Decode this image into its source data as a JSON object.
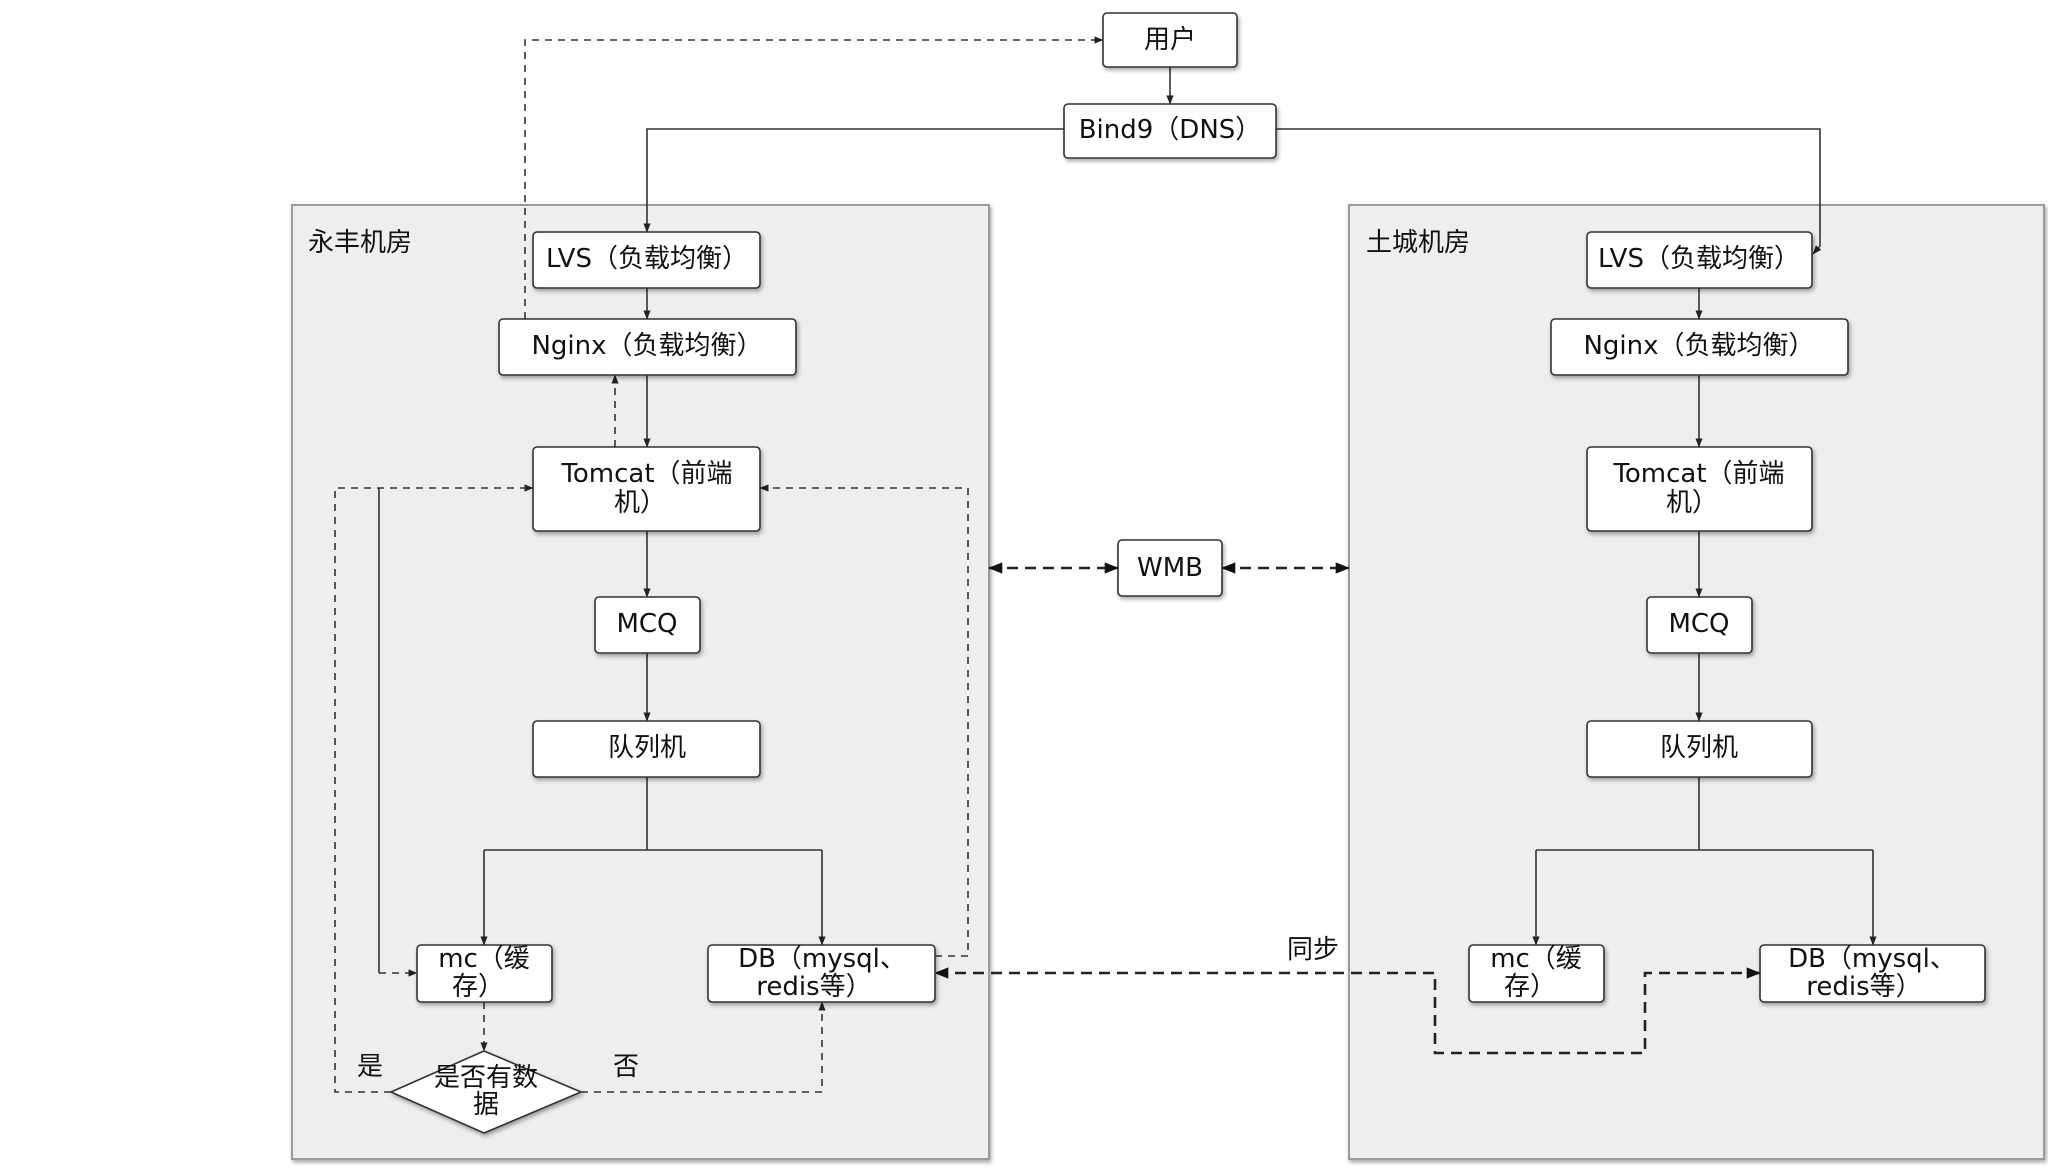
{
  "diagram": {
    "user": "用户",
    "dns": "Bind9（DNS）",
    "wmb": "WMB",
    "sync_label": "同步",
    "rooms": [
      {
        "name": "永丰机房",
        "lvs": "LVS（负载均衡）",
        "nginx": "Nginx（负载均衡）",
        "tomcat": [
          "Tomcat（前端",
          "机）"
        ],
        "mcq": "MCQ",
        "queue": "队列机",
        "mc": [
          "mc（缓",
          "存）"
        ],
        "db": [
          "DB（mysql、",
          "redis等）"
        ]
      },
      {
        "name": "土城机房",
        "lvs": "LVS（负载均衡）",
        "nginx": "Nginx（负载均衡）",
        "tomcat": [
          "Tomcat（前端",
          "机）"
        ],
        "mcq": "MCQ",
        "queue": "队列机",
        "mc": [
          "mc（缓",
          "存）"
        ],
        "db": [
          "DB（mysql、",
          "redis等）"
        ]
      }
    ],
    "decision": {
      "label": [
        "是否有数",
        "据"
      ],
      "yes": "是",
      "no": "否"
    }
  },
  "colors": {
    "room_bg": "#eeeeee",
    "room_border": "#9a9a9a",
    "box_fill": "#ffffff",
    "box_stroke": "#333333"
  }
}
